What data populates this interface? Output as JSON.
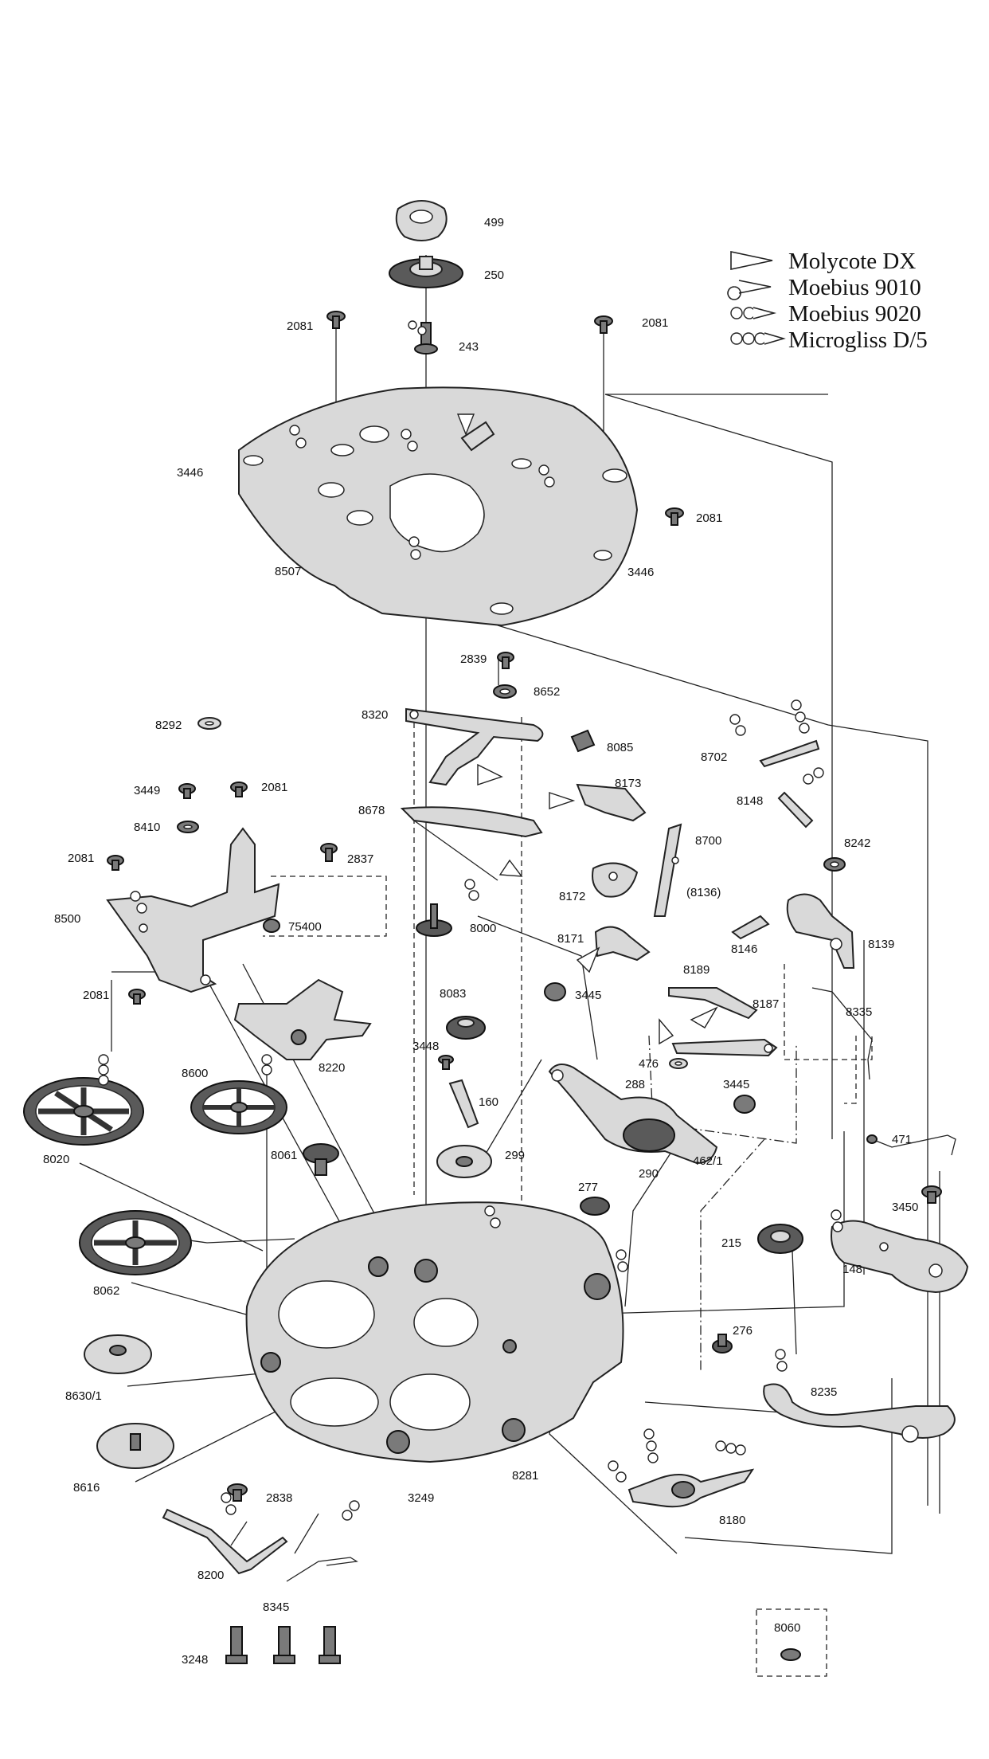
{
  "legend": [
    {
      "label": "Molycote DX",
      "icon": "triangle-icon"
    },
    {
      "label": "Moebius 9010",
      "icon": "single-drop-icon"
    },
    {
      "label": "Moebius 9020",
      "icon": "double-drop-icon"
    },
    {
      "label": "Microgliss D/5",
      "icon": "triple-drop-icon"
    }
  ],
  "parts": {
    "p499": "499",
    "p250": "250",
    "p243": "243",
    "p2081_a": "2081",
    "p2081_b": "2081",
    "p2081_c": "2081",
    "p2081_d": "2081",
    "p2081_e": "2081",
    "p2081_f": "2081",
    "p3446_a": "3446",
    "p3446_b": "3446",
    "p8507": "8507",
    "p2839": "2839",
    "p8652": "8652",
    "p8320": "8320",
    "p8085": "8085",
    "p8292": "8292",
    "p8702": "8702",
    "p8173": "8173",
    "p8148": "8148",
    "p3449": "3449",
    "p8678": "8678",
    "p8700": "8700",
    "p8242": "8242",
    "p8410": "8410",
    "p2837": "2837",
    "p8136": "(8136)",
    "p8172": "8172",
    "p8500": "8500",
    "p75400": "75400",
    "p8000": "8000",
    "p8146": "8146",
    "p8139": "8139",
    "p8171": "8171",
    "p8189": "8189",
    "p8083": "8083",
    "p3445_a": "3445",
    "p8187": "8187",
    "p8335": "8335",
    "p8220": "8220",
    "p3448": "3448",
    "p476": "476",
    "p8600": "8600",
    "p288": "288",
    "p3445_b": "3445",
    "p160": "160",
    "p8020": "8020",
    "p8061": "8061",
    "p299": "299",
    "p471": "471",
    "p290": "290",
    "p462_1": "462/1",
    "p277": "277",
    "p3450": "3450",
    "p215": "215",
    "p148": "148",
    "p8062": "8062",
    "p276": "276",
    "p8630_1": "8630/1",
    "p8235": "8235",
    "p8281": "8281",
    "p8616": "8616",
    "p2838": "2838",
    "p3249": "3249",
    "p8180": "8180",
    "p8200": "8200",
    "p8345": "8345",
    "p8060": "8060",
    "p3248": "3248"
  }
}
